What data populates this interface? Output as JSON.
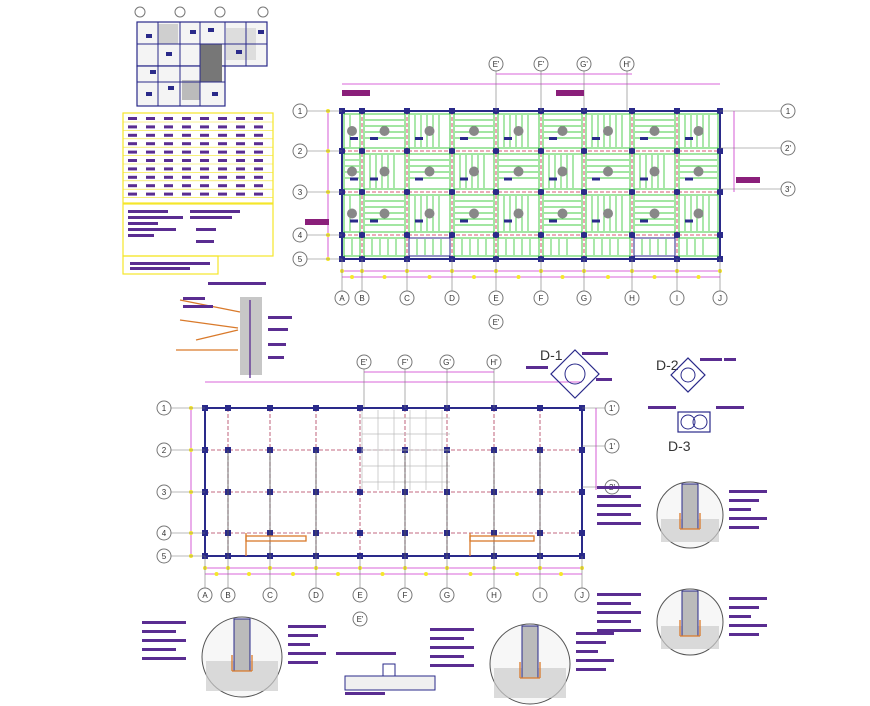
{
  "colors": {
    "line_primary": "#2a2a8a",
    "slab_fill": "#44cc44",
    "dim_magenta": "#cc33cc",
    "grid_red": "#cc2244",
    "accent_yellow": "#f5e62a",
    "label_gray": "#777777",
    "note_purple": "#5a2d91",
    "text_dark": "#333333",
    "hatch_gray": "#888888",
    "stair_orange": "#d97a2b"
  },
  "upper_plan": {
    "top_axes": [
      "E'",
      "F'",
      "G'",
      "H'"
    ],
    "bottom_axes": [
      "A",
      "B",
      "C",
      "D",
      "E",
      "F",
      "G",
      "H",
      "I",
      "J"
    ],
    "bottom_sub_axis": "E'",
    "left_rows": [
      "1",
      "2",
      "3",
      "4",
      "5"
    ],
    "right_rows": [
      "1",
      "2'",
      "3'"
    ]
  },
  "lower_plan": {
    "top_axes": [
      "E'",
      "F'",
      "G'",
      "H'"
    ],
    "bottom_axes": [
      "A",
      "B",
      "C",
      "D",
      "E",
      "F",
      "G",
      "H",
      "I",
      "J"
    ],
    "bottom_sub_axis": "E'",
    "left_rows": [
      "1",
      "2",
      "3",
      "4",
      "5"
    ],
    "right_rows": [
      "1'",
      "1'",
      "2'"
    ]
  },
  "details": {
    "d1_label": "D-1",
    "d2_label": "D-2",
    "d3_label": "D-3"
  }
}
